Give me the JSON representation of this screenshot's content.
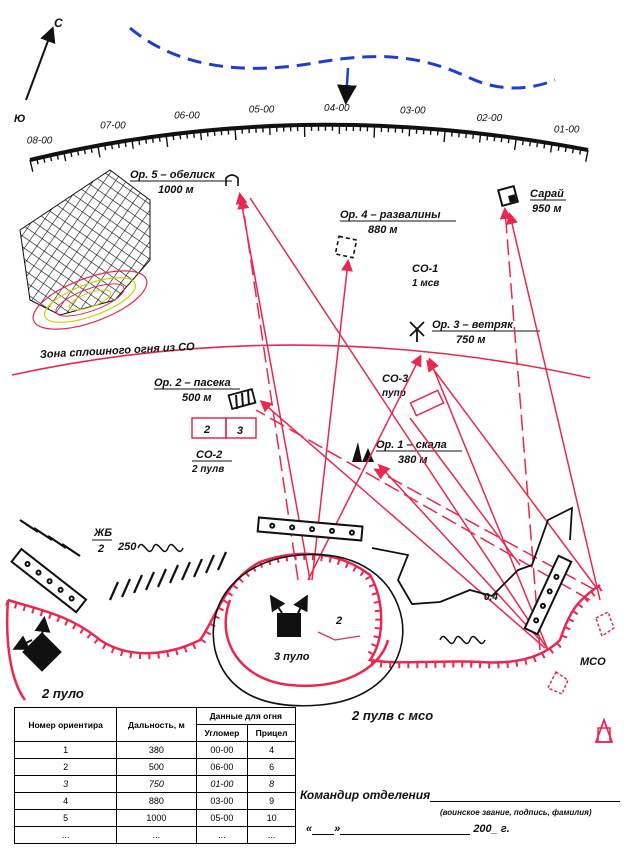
{
  "compass": {
    "north": "С",
    "south": "Ю"
  },
  "scale": {
    "labels": [
      "08-00",
      "07-00",
      "06-00",
      "05-00",
      "04-00",
      "03-00",
      "02-00",
      "01-00"
    ]
  },
  "landmarks": {
    "or5": {
      "name": "Ор. 5 – обелиск",
      "dist": "1000 м"
    },
    "or4": {
      "name": "Ор. 4 – развалины",
      "dist": "880 м"
    },
    "saray": {
      "name": "Сарай",
      "dist": "950 м"
    },
    "or3": {
      "name": "Ор. 3 – ветряк",
      "dist": "750 м"
    },
    "or2": {
      "name": "Ор. 2 – пасека",
      "dist": "500 м"
    },
    "or1": {
      "name": "Ор. 1 – скала",
      "dist": "380 м"
    }
  },
  "enemy": {
    "co1": {
      "name": "СО-1",
      "desc": "1 мсв"
    },
    "co2": {
      "name": "СО-2",
      "desc": "2 пулв",
      "cell1": "2",
      "cell2": "3"
    },
    "co3": {
      "name": "СО-3",
      "desc": "пупр"
    }
  },
  "zone_label": "Зона сплошного огня из СО",
  "zhb": {
    "name": "ЖБ",
    "num": "2",
    "val": "250"
  },
  "positions": {
    "p2_left": "2 пуло",
    "p3": "3 пуло",
    "p3_num": "2",
    "mco": "МСО",
    "val04": "0,4",
    "p2_mco": "2 пулв с мсо"
  },
  "table": {
    "headers": [
      "Номер ориентира",
      "Дальность, м",
      "Данные для огня",
      "Угломер",
      "Прицел"
    ],
    "rows": [
      [
        "1",
        "380",
        "00-00",
        "4"
      ],
      [
        "2",
        "500",
        "06-00",
        "6"
      ],
      [
        "3",
        "750",
        "01-00",
        "8"
      ],
      [
        "4",
        "880",
        "03-00",
        "9"
      ],
      [
        "5",
        "1000",
        "05-00",
        "10"
      ],
      [
        "...",
        "...",
        "...",
        "..."
      ]
    ]
  },
  "commander": {
    "label": "Командир отделения",
    "sub": "(воинское звание, подпись, фамилия)",
    "date_open": "«",
    "date_mid": "»",
    "date_year": "200_ г."
  },
  "colors": {
    "red": "#e8284e",
    "blue": "#1c3fd1",
    "black": "#111111"
  }
}
